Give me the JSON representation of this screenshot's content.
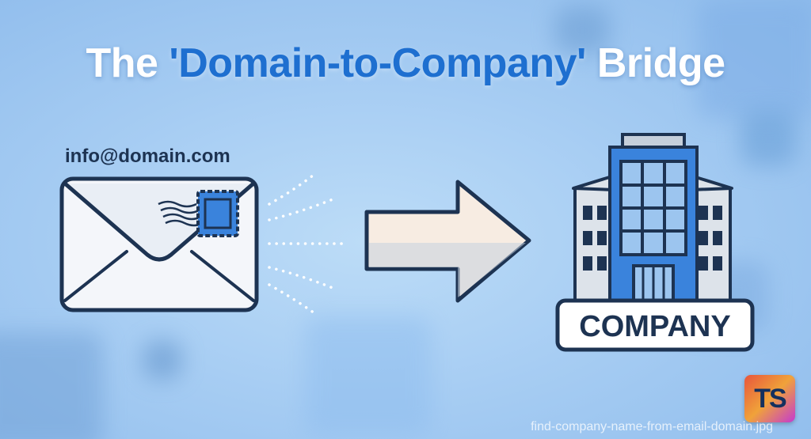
{
  "title": {
    "part1": "The",
    "part2": "'Domain-to-Company'",
    "part3": "Bridge"
  },
  "email_label": "info@domain.com",
  "company_label": "COMPANY",
  "watermark": "find-company-name-from-email-domain.jpg",
  "logo_text": "TS",
  "icons": [
    "envelope-icon",
    "stamp-icon",
    "arrow-right-icon",
    "building-icon"
  ],
  "colors": {
    "background": "#a7cdf3",
    "title_accent": "#1e6fd0",
    "title_white": "#ffffff",
    "outline": "#1d3352",
    "building_blue": "#3a83dc",
    "side_building": "#dde3ea",
    "arrow_fill": "#f7ece2"
  }
}
